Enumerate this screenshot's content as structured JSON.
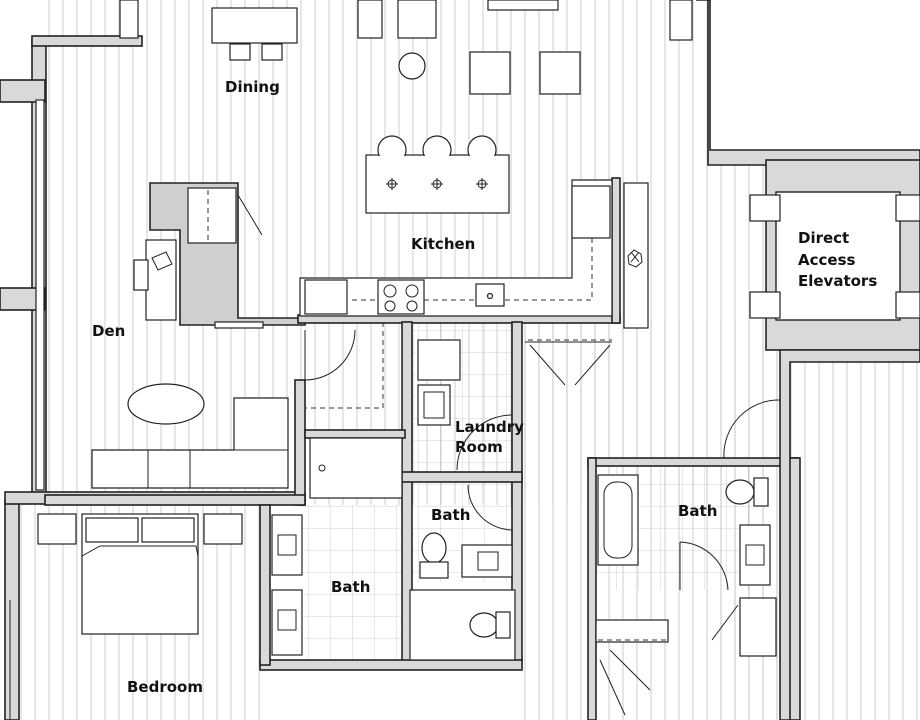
{
  "rooms": {
    "dining": "Dining",
    "kitchen": "Kitchen",
    "den": "Den",
    "laundry_line1": "Laundry",
    "laundry_line2": "Room",
    "bath_center": "Bath",
    "bath_small": "Bath",
    "bath_right": "Bath",
    "bedroom": "Bedroom",
    "elevators_line1": "Direct",
    "elevators_line2": "Access",
    "elevators_line3": "Elevators"
  },
  "colors": {
    "wall_fill": "#d9d9d9",
    "line": "#222222",
    "floor_hatch": "#bdbdbd",
    "background": "#ffffff"
  }
}
